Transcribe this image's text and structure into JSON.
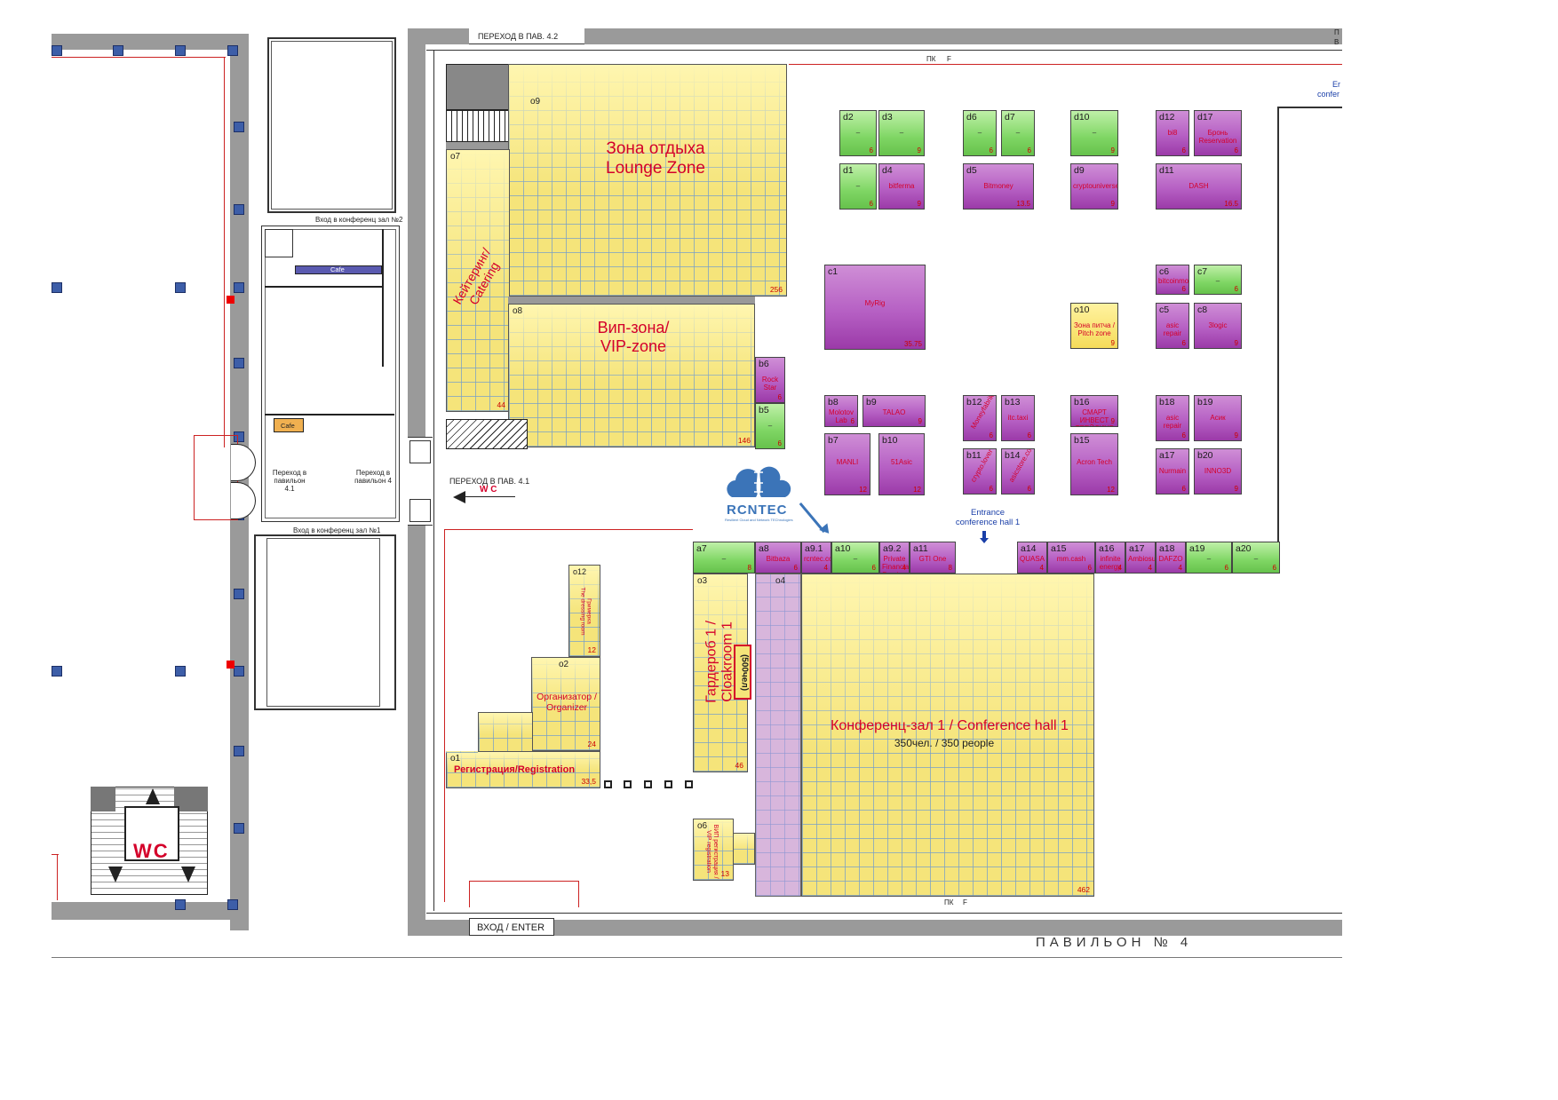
{
  "labels": {
    "transition_42": "ПЕРЕХОД В ПАВ. 4.2",
    "transition_41": "ПЕРЕХОД В ПАВ. 4.1",
    "wc_arrow": "W C",
    "wc_big": "WC",
    "entry_conf2": "Вход в конференц зал №2",
    "entry_conf1": "Вход в конференц зал №1",
    "cafe_1": "Cafe",
    "cafe_2": "Cafe",
    "passage_41": "Переход в павильон 4.1",
    "passage_4": "Переход в павильон 4",
    "entrance_conf": "Entrance conference hall 1",
    "entrance_top_right": "Er",
    "entrance_top_right2": "confer",
    "enter": "ВХОД / ENTER",
    "pavilion": "ПАВИЛЬОН № 4",
    "pk_top": "ПК",
    "f_top": "F",
    "pk_bottom": "ПК",
    "f_bottom": "F",
    "top_right_p": "П",
    "top_right_b": "В",
    "logo_name": "RCNTEC",
    "logo_sub": "Resilient Cloud and Network TEChnologies"
  },
  "zones": {
    "o9": {
      "id": "o9",
      "title": "Зона отдыха\nLounge Zone",
      "area": "256"
    },
    "o7": {
      "id": "o7",
      "title": "Кейтеринг/\nCatering",
      "area": "44"
    },
    "o8": {
      "id": "o8",
      "title": "Вип-зона/\nVIP-zone",
      "area": "146"
    },
    "o12": {
      "id": "o12",
      "title": "Гримерка\nThe dressing room",
      "area": "12"
    },
    "o2": {
      "id": "o2",
      "title": "Организатор /\nOrganizer",
      "area": "24"
    },
    "o1": {
      "id": "o1",
      "title": "Регистрация/Registration",
      "area": "33,5"
    },
    "o3": {
      "id": "o3",
      "title": "Гардероб 1 /\nCloakroom 1",
      "area": "46"
    },
    "o3_capacity": "(500чел)",
    "o4": {
      "id": "o4",
      "title": "Конференц-зал 1 / Conference hall 1",
      "subtitle": "350чел. / 350 people",
      "area": "462"
    },
    "o6": {
      "id": "o6",
      "title": "ВИП регистрация /\nVIP registration",
      "area": "13"
    }
  },
  "booths": [
    {
      "id": "d2",
      "name": "–",
      "area": "6",
      "color": "green"
    },
    {
      "id": "d3",
      "name": "–",
      "area": "9",
      "color": "green"
    },
    {
      "id": "d6",
      "name": "–",
      "area": "6",
      "color": "green"
    },
    {
      "id": "d7",
      "name": "–",
      "area": "6",
      "color": "green"
    },
    {
      "id": "d10",
      "name": "–",
      "area": "9",
      "color": "green"
    },
    {
      "id": "d12",
      "name": "bi8",
      "area": "6",
      "color": "purple"
    },
    {
      "id": "d17",
      "name": "Бронь Reservation",
      "area": "6",
      "color": "purple"
    },
    {
      "id": "d1",
      "name": "–",
      "area": "6",
      "color": "green"
    },
    {
      "id": "d4",
      "name": "bitferma",
      "area": "9",
      "color": "purple"
    },
    {
      "id": "d5",
      "name": "Bitmoney",
      "area": "13.5",
      "color": "purple"
    },
    {
      "id": "d9",
      "name": "cryptouniverse",
      "area": "9",
      "color": "purple"
    },
    {
      "id": "d11",
      "name": "DASH",
      "area": "16.5",
      "color": "purple"
    },
    {
      "id": "c1",
      "name": "MyRig",
      "area": "35.75",
      "color": "purple"
    },
    {
      "id": "c6",
      "name": "bitcoinmoney.ru",
      "area": "6",
      "color": "purple"
    },
    {
      "id": "c7",
      "name": "–",
      "area": "6",
      "color": "green"
    },
    {
      "id": "o10",
      "name": "Зона питча / Pitch zone",
      "area": "9",
      "color": "yellow"
    },
    {
      "id": "c5",
      "name": "asic repair",
      "area": "6",
      "color": "purple"
    },
    {
      "id": "c8",
      "name": "3logic",
      "area": "9",
      "color": "purple"
    },
    {
      "id": "b6",
      "name": "Rock Star",
      "area": "6",
      "color": "purple"
    },
    {
      "id": "b5",
      "name": "–",
      "area": "6",
      "color": "green"
    },
    {
      "id": "b8",
      "name": "Molotov Lab",
      "area": "6",
      "color": "purple"
    },
    {
      "id": "b9",
      "name": "TALAO",
      "area": "9",
      "color": "purple"
    },
    {
      "id": "b12",
      "name": "Moneyfabrika",
      "area": "6",
      "color": "purple"
    },
    {
      "id": "b13",
      "name": "itc.taxi",
      "area": "6",
      "color": "purple"
    },
    {
      "id": "b16",
      "name": "СМАРТ ИНВЕСТ ТРЕЙДИНГ",
      "area": "9",
      "color": "purple"
    },
    {
      "id": "b18",
      "name": "asic repair",
      "area": "6",
      "color": "purple"
    },
    {
      "id": "b19",
      "name": "Асик",
      "area": "9",
      "color": "purple"
    },
    {
      "id": "b7",
      "name": "MANLI",
      "area": "12",
      "color": "purple"
    },
    {
      "id": "b10",
      "name": "51Asic",
      "area": "12",
      "color": "purple"
    },
    {
      "id": "b11",
      "name": "crypto.lover",
      "area": "6",
      "color": "purple"
    },
    {
      "id": "b14",
      "name": "asicstore.com",
      "area": "6",
      "color": "purple"
    },
    {
      "id": "b15",
      "name": "Acron Tech",
      "area": "12",
      "color": "purple"
    },
    {
      "id": "a17",
      "name": "Nurmain",
      "area": "6",
      "color": "purple"
    },
    {
      "id": "b20",
      "name": "INNO3D",
      "area": "9",
      "color": "purple"
    },
    {
      "id": "a7",
      "name": "–",
      "area": "8",
      "color": "green"
    },
    {
      "id": "a8",
      "name": "Bitbaza",
      "area": "6",
      "color": "purple"
    },
    {
      "id": "a9.1",
      "name": "rcntec.com",
      "area": "4",
      "color": "purple"
    },
    {
      "id": "a10",
      "name": "–",
      "area": "6",
      "color": "green"
    },
    {
      "id": "a9.2",
      "name": "Private Financial Services",
      "area": "4",
      "color": "purple"
    },
    {
      "id": "a11",
      "name": "GTI One",
      "area": "8",
      "color": "purple"
    },
    {
      "id": "a14",
      "name": "QUASA",
      "area": "4",
      "color": "purple"
    },
    {
      "id": "a15",
      "name": "mm.cash",
      "area": "6",
      "color": "purple"
    },
    {
      "id": "a16",
      "name": "infinite energy",
      "area": "4",
      "color": "purple"
    },
    {
      "id": "a17b",
      "name": "Ambiosus",
      "area": "4",
      "color": "purple"
    },
    {
      "id": "a18",
      "name": "DAFZO",
      "area": "4",
      "color": "purple"
    },
    {
      "id": "a19",
      "name": "–",
      "area": "6",
      "color": "green"
    },
    {
      "id": "a20",
      "name": "–",
      "area": "6",
      "color": "green"
    }
  ],
  "colors": {
    "green_booth": "#7fd664",
    "purple_booth": "#b660c4",
    "yellow_zone": "#f5e47a",
    "label_red": "#d4002a",
    "column_blue": "#3d5ea8",
    "logo_blue": "#3b74b8"
  }
}
